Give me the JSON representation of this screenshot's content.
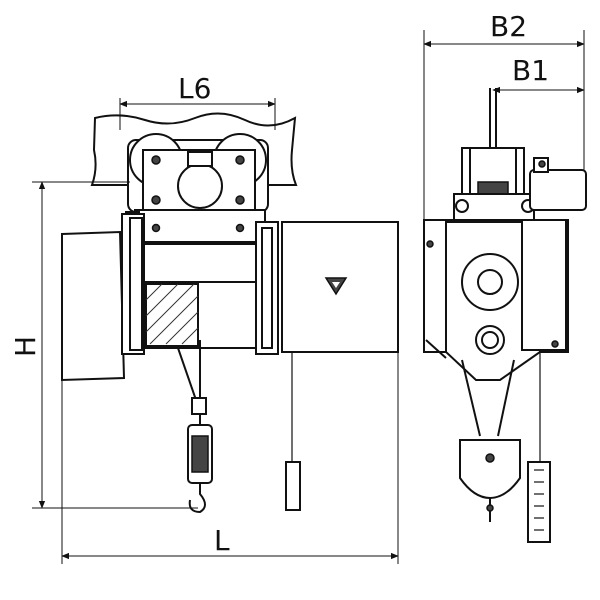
{
  "dimensions": {
    "L6": "L6",
    "H": "H",
    "L": "L",
    "B2": "B2",
    "B1": "B1"
  },
  "colors": {
    "line": "#111111",
    "background": "#ffffff"
  }
}
